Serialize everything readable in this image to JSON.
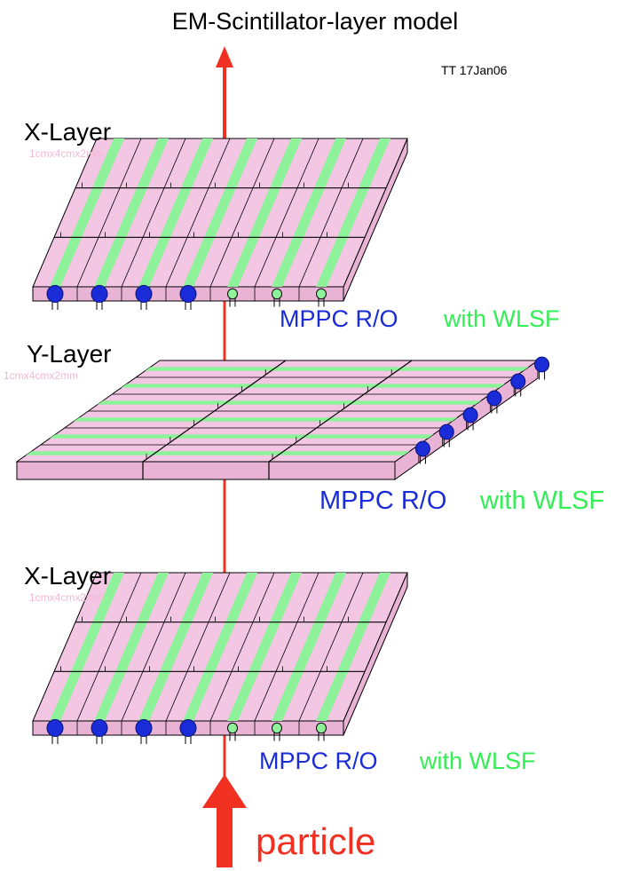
{
  "title": "EM-Scintillator-layer model",
  "stamp": "TT 17Jan06",
  "layers": [
    {
      "name": "X-Layer",
      "dims": "1cmx4cmx2mm",
      "readout": "MPPC R/O",
      "wlsf": "with WLSF"
    },
    {
      "name": "Y-Layer",
      "dims": "1cmx4cmx2mm",
      "readout": "MPPC R/O",
      "wlsf": "with WLSF"
    },
    {
      "name": "X-Layer",
      "dims": "1cmx4cmx2mm",
      "readout": "MPPC R/O",
      "wlsf": "with WLSF"
    }
  ],
  "particle_label": "particle",
  "colors": {
    "strip_face": "#f3c6e4",
    "strip_side": "#e9b3d6",
    "wls_fiber": "#8ef29a",
    "mppc": "#1a2bd8",
    "arrow": "#f03020",
    "readout_text": "#1a2bd8",
    "wlsf_text": "#33ee55",
    "dims_text": "#f1b8d6",
    "outline": "#000000"
  }
}
